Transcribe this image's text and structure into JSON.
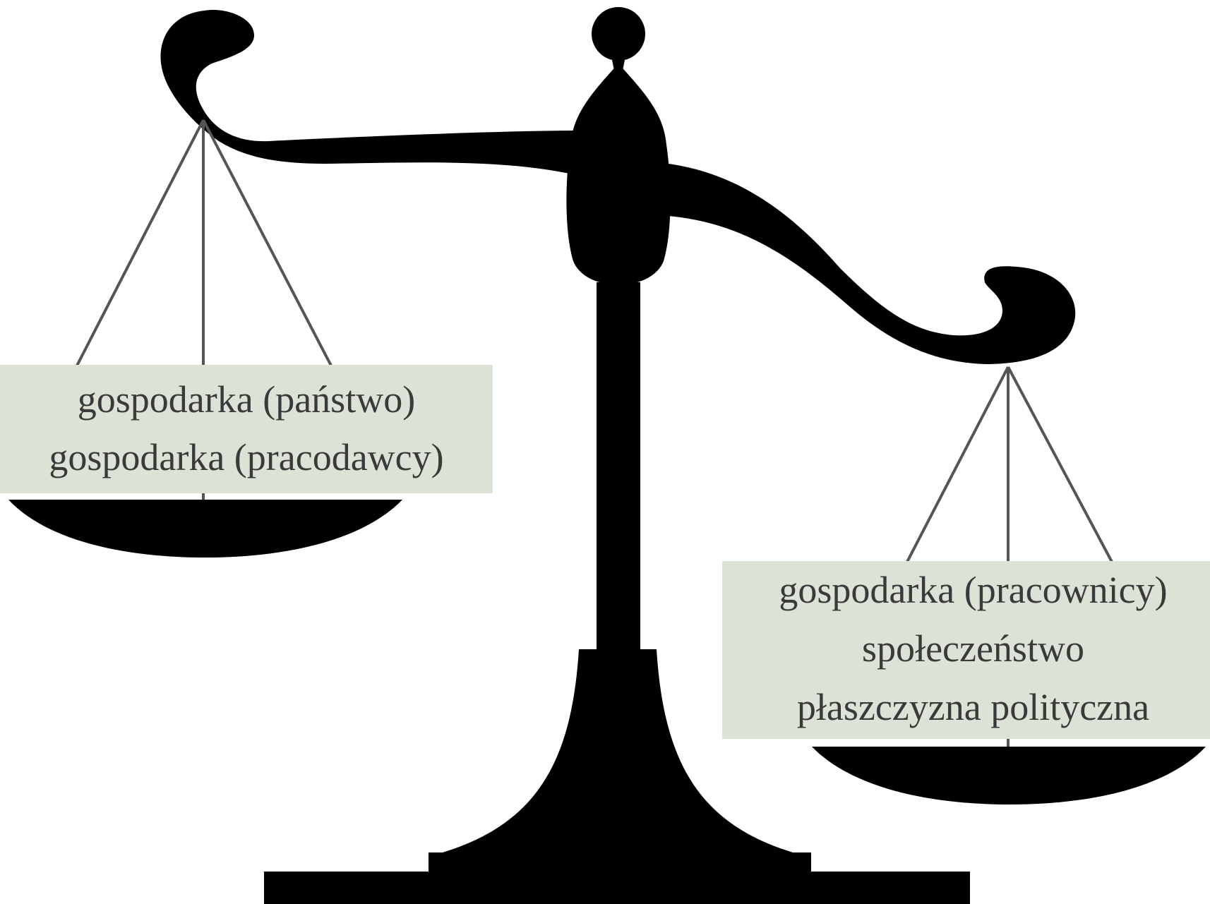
{
  "left_pan": {
    "lines": [
      "gospodarka (państwo)",
      "gospodarka (pracodawcy)"
    ]
  },
  "right_pan": {
    "lines": [
      "gospodarka (pracownicy)",
      "społeczeństwo",
      "płaszczyzna polityczna"
    ]
  },
  "colors": {
    "scale": "#000000",
    "label_background": "#dce2d5",
    "label_text": "#3a3a3a",
    "strings": "#555555"
  },
  "icons": {
    "scale": "balance-scale-icon"
  }
}
